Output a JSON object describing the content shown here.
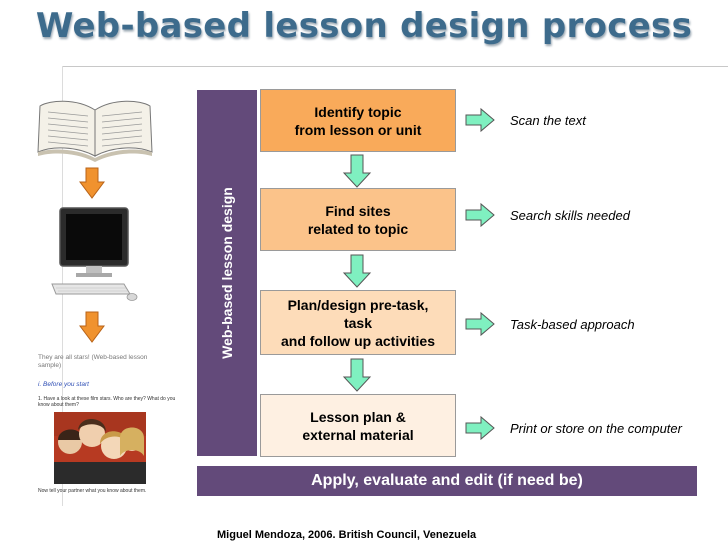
{
  "title": "Web-based lesson design process",
  "sidebar_label": "Web-based lesson design",
  "steps": [
    {
      "text": "Identify topic\nfrom lesson or unit"
    },
    {
      "text": "Find sites\nrelated to topic"
    },
    {
      "text": "Plan/design pre-task,\ntask\nand follow up activities"
    },
    {
      "text": "Lesson plan &\nexternal material"
    }
  ],
  "notes": [
    "Scan the text",
    "Search skills needed",
    "Task-based approach",
    "Print or store on the computer"
  ],
  "bottom_bar": "Apply, evaluate and edit (if need be)",
  "credit": "Miguel Mendoza, 2006. British Council, Venezuela",
  "thumbnail": {
    "heading": "They are all stars! (Web-based lesson sample)",
    "section": "i. Before you start",
    "question": "1. Have a look at these film stars. Who are they? What do you know about them?",
    "footer": "Now tell your partner what you know about them."
  },
  "colors": {
    "title": "#3d6b8c",
    "purple": "#634a7a",
    "step1": "#f9aa5a",
    "step2": "#fbc38a",
    "step3": "#fddcb9",
    "step4": "#fef0e2",
    "green_arrow": "#7ff0c0",
    "orange_arrow": "#f0922e"
  }
}
